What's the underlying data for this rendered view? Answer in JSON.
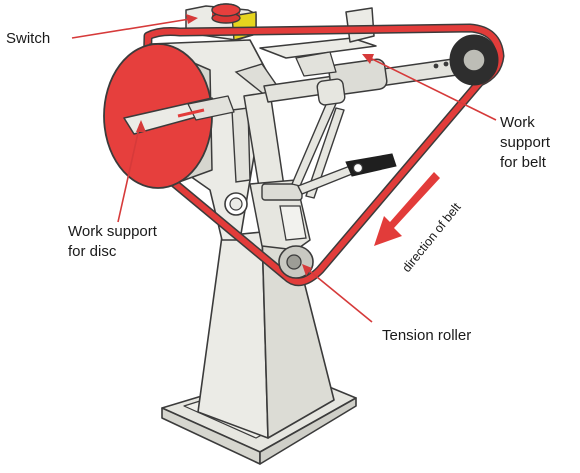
{
  "labels": {
    "switch": "Switch",
    "work_support_belt_line1": "Work",
    "work_support_belt_line2": "support",
    "work_support_belt_line3": "for belt",
    "work_support_disc_line1": "Work support",
    "work_support_disc_line2": "for disc",
    "tension_roller": "Tension roller",
    "direction_of_belt": "direction of belt"
  },
  "colors": {
    "belt_red": "#e23c3a",
    "disc_red": "#e63f3d",
    "arrow_red": "#e23c3a",
    "leader_red": "#d63a3a",
    "body_grey": "#ebebe6",
    "outline": "#3b3b3b",
    "switch_yellow": "#e6d51e"
  }
}
